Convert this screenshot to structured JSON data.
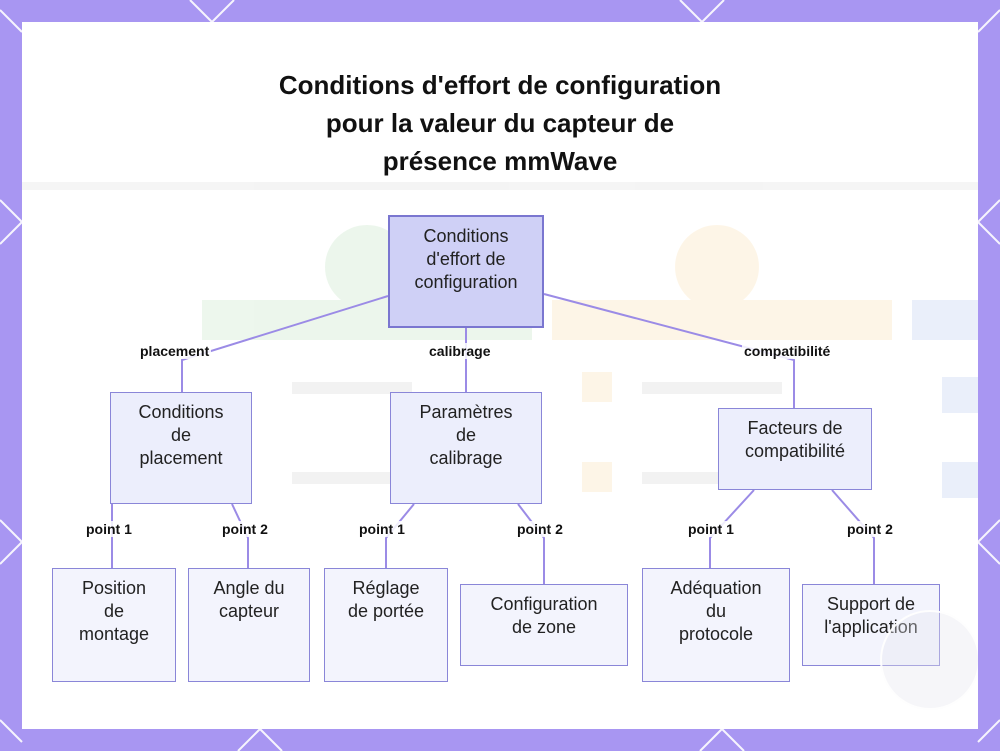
{
  "title_lines": [
    "Conditions d'effort de configuration",
    "pour la valeur du capteur de",
    "présence mmWave"
  ],
  "root": {
    "lines": [
      "Conditions",
      "d'effort de",
      "configuration"
    ]
  },
  "edge_labels": {
    "placement": "placement",
    "calibrage": "calibrage",
    "compatibilite": "compatibilité",
    "point1": "point 1",
    "point2": "point 2"
  },
  "mid": {
    "placement": {
      "lines": [
        "Conditions",
        "de",
        "placement"
      ]
    },
    "calibrage": {
      "lines": [
        "Paramètres",
        "de",
        "calibrage"
      ]
    },
    "compatibilite": {
      "lines": [
        "Facteurs de",
        "compatibilité"
      ]
    }
  },
  "leaves": {
    "position": {
      "lines": [
        "Position",
        "de",
        "montage"
      ]
    },
    "angle": {
      "lines": [
        "Angle du",
        "capteur"
      ]
    },
    "portee": {
      "lines": [
        "Réglage",
        "de portée"
      ]
    },
    "zone": {
      "lines": [
        "Configuration",
        "de zone"
      ]
    },
    "protocole": {
      "lines": [
        "Adéquation",
        "du",
        "protocole"
      ]
    },
    "application": {
      "lines": [
        "Support de",
        "l'application"
      ]
    }
  },
  "colors": {
    "background": "#a896f2",
    "node_fill": "#eceefc",
    "root_fill": "#cfd0f6",
    "edge": "#9b8be6",
    "border": "#8a86d8"
  }
}
